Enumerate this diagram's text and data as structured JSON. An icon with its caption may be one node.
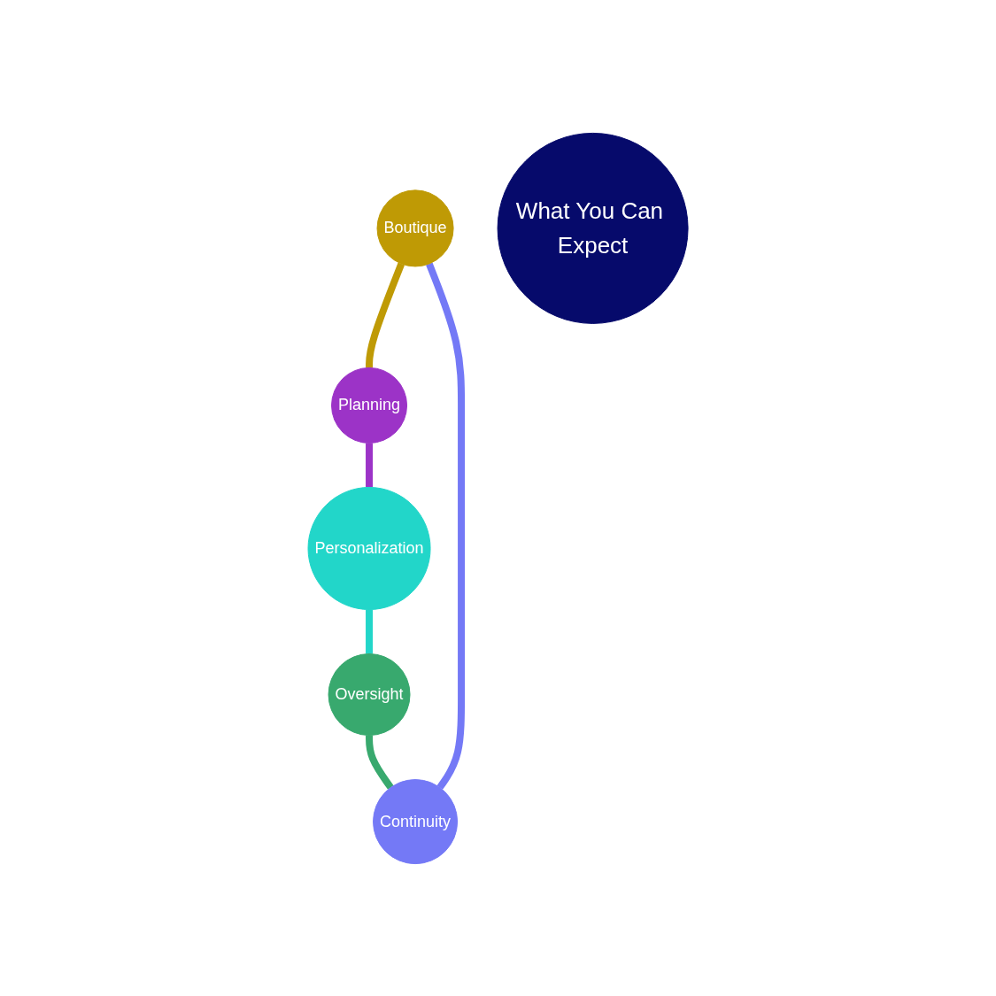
{
  "diagram": {
    "nodes": [
      {
        "text": [
          "Boutique"
        ]
      },
      {
        "text": [
          "Continuity"
        ]
      },
      {
        "text": [
          "What You Can Expect"
        ]
      },
      {
        "text": [
          "Planning"
        ]
      },
      {
        "text": [
          "Oversight"
        ]
      },
      {
        "text": [
          "Personalization"
        ]
      }
    ],
    "edges": [
      {
        "from": 0,
        "to": 3,
        "arrow": "none",
        "color": "#bf9a05"
      },
      {
        "from": 3,
        "to": 5,
        "arrow": "none",
        "color": "#9c33c7"
      },
      {
        "from": 5,
        "to": 4,
        "arrow": "none",
        "color": "#22d6c9"
      },
      {
        "from": 4,
        "to": 1,
        "arrow": "none",
        "color": "#38a96e"
      },
      {
        "from": 1,
        "to": 0,
        "arrow": "none",
        "color": "#7479f6"
      }
    ]
  }
}
